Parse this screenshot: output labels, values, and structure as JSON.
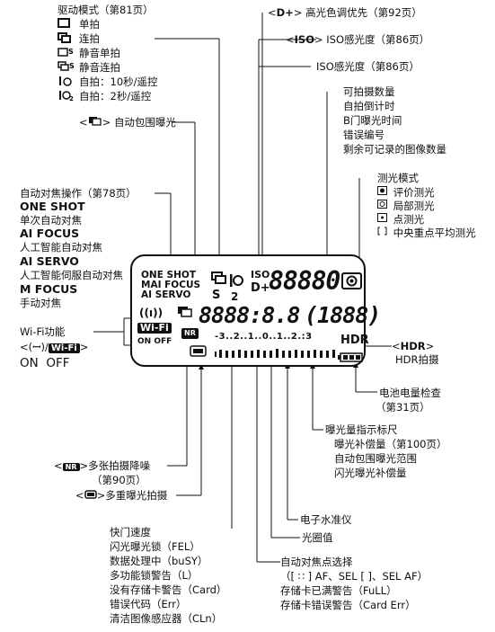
{
  "drive": {
    "title": "驱动模式（第81页）",
    "items": [
      {
        "icon": "single-shot-icon",
        "label": "单拍"
      },
      {
        "icon": "continuous-shot-icon",
        "label": "连拍"
      },
      {
        "icon": "silent-single-icon",
        "label": "静音单拍"
      },
      {
        "icon": "silent-continuous-icon",
        "label": "静音连拍"
      },
      {
        "icon": "self-timer-10s-icon",
        "label": "自拍：10秒/遥控"
      },
      {
        "icon": "self-timer-2s-icon",
        "label": "自拍：2秒/遥控"
      }
    ]
  },
  "bracketing": {
    "label": "自动包围曝光"
  },
  "af": {
    "title": "自动对焦操作（第78页）",
    "modes": [
      {
        "name": "ONE SHOT",
        "desc": "单次自动对焦"
      },
      {
        "name": "AI FOCUS",
        "desc": "人工智能自动对焦"
      },
      {
        "name": "AI SERVO",
        "desc": "人工智能伺服自动对焦"
      },
      {
        "name": "M  FOCUS",
        "desc": "手动对焦"
      }
    ]
  },
  "wifi": {
    "title": "Wi-Fi功能",
    "line1": "<(",
    "line1b": ")/",
    "line1c": ">",
    "chip": "Wi-Fi",
    "on": "ON",
    "off": "OFF"
  },
  "nr": {
    "label": "多张拍摄降噪",
    "page": "（第90页）"
  },
  "multi_exposure": {
    "label": "多重曝光拍摄"
  },
  "shutter": {
    "items": [
      "快门速度",
      "闪光曝光锁（FEL）",
      "数据处理中（buSY）",
      "多功能锁警告（L）",
      "没有存储卡警告（Card）",
      "错误代码（Err）",
      "清洁图像感应器（CLn）"
    ]
  },
  "highlight": {
    "symbol": "D+",
    "label": "高光色调优先（第92页）"
  },
  "iso_top": {
    "symbol": "ISO",
    "label": "ISO感光度（第86页）"
  },
  "iso_2": {
    "label": "ISO感光度（第86页）"
  },
  "shots": {
    "items": [
      "可拍摄数量",
      "自拍倒计时",
      "B门曝光时间",
      "错误编号",
      "剩余可记录的图像数量"
    ]
  },
  "metering": {
    "title": "测光模式",
    "items": [
      {
        "icon": "evaluative-metering-icon",
        "label": "评价测光"
      },
      {
        "icon": "partial-metering-icon",
        "label": "局部测光"
      },
      {
        "icon": "spot-metering-icon",
        "label": "点测光"
      },
      {
        "icon": "center-weighted-metering-icon",
        "label": "中央重点平均测光"
      }
    ]
  },
  "hdr": {
    "symbol": "HDR",
    "label": "HDR拍摄"
  },
  "battery": {
    "label": "电池电量检查",
    "page": "（第31页）"
  },
  "exposure_scale": {
    "items": [
      "曝光量指示标尺",
      "曝光补偿量（第100页）",
      "自动包围曝光范围",
      "闪光曝光补偿量"
    ]
  },
  "level": {
    "label": "电子水准仪"
  },
  "aperture": {
    "label": "光圈值"
  },
  "af_point": {
    "items": [
      "自动对焦点选择",
      "（[ ∷ ] AF、SEL [ ]、SEL AF）",
      "存储卡已满警告（FuLL）",
      "存储卡错误警告（Card Err）"
    ]
  },
  "lcd": {
    "af_lines": [
      "ONE SHOT",
      "MAI FOCUS",
      "AI SERVO"
    ],
    "drive_s": "S",
    "timer_2": "2",
    "iso": "ISO",
    "dplus": "D+",
    "shots_digits": "88880",
    "main_digits": "8888:8.8",
    "paren_digits": "(1888)",
    "on": "ON",
    "off": "OFF",
    "wifi": "Wi-Fi",
    "scale": "-3..2..1..0..1..2.:3",
    "hdr": "HDR"
  }
}
